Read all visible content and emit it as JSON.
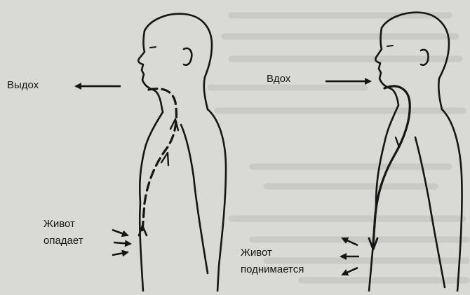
{
  "figure": {
    "labels": {
      "exhale": "Выдох",
      "inhale": "Вдох",
      "belly_falls": [
        "Живот",
        "опадает"
      ],
      "belly_rises": [
        "Живот",
        "поднимается"
      ]
    },
    "colors": {
      "background": "#d9dad6",
      "ink": "#161616",
      "bleed_text": "#b9bab6"
    },
    "figures": [
      "exhaling-person",
      "inhaling-person"
    ]
  }
}
